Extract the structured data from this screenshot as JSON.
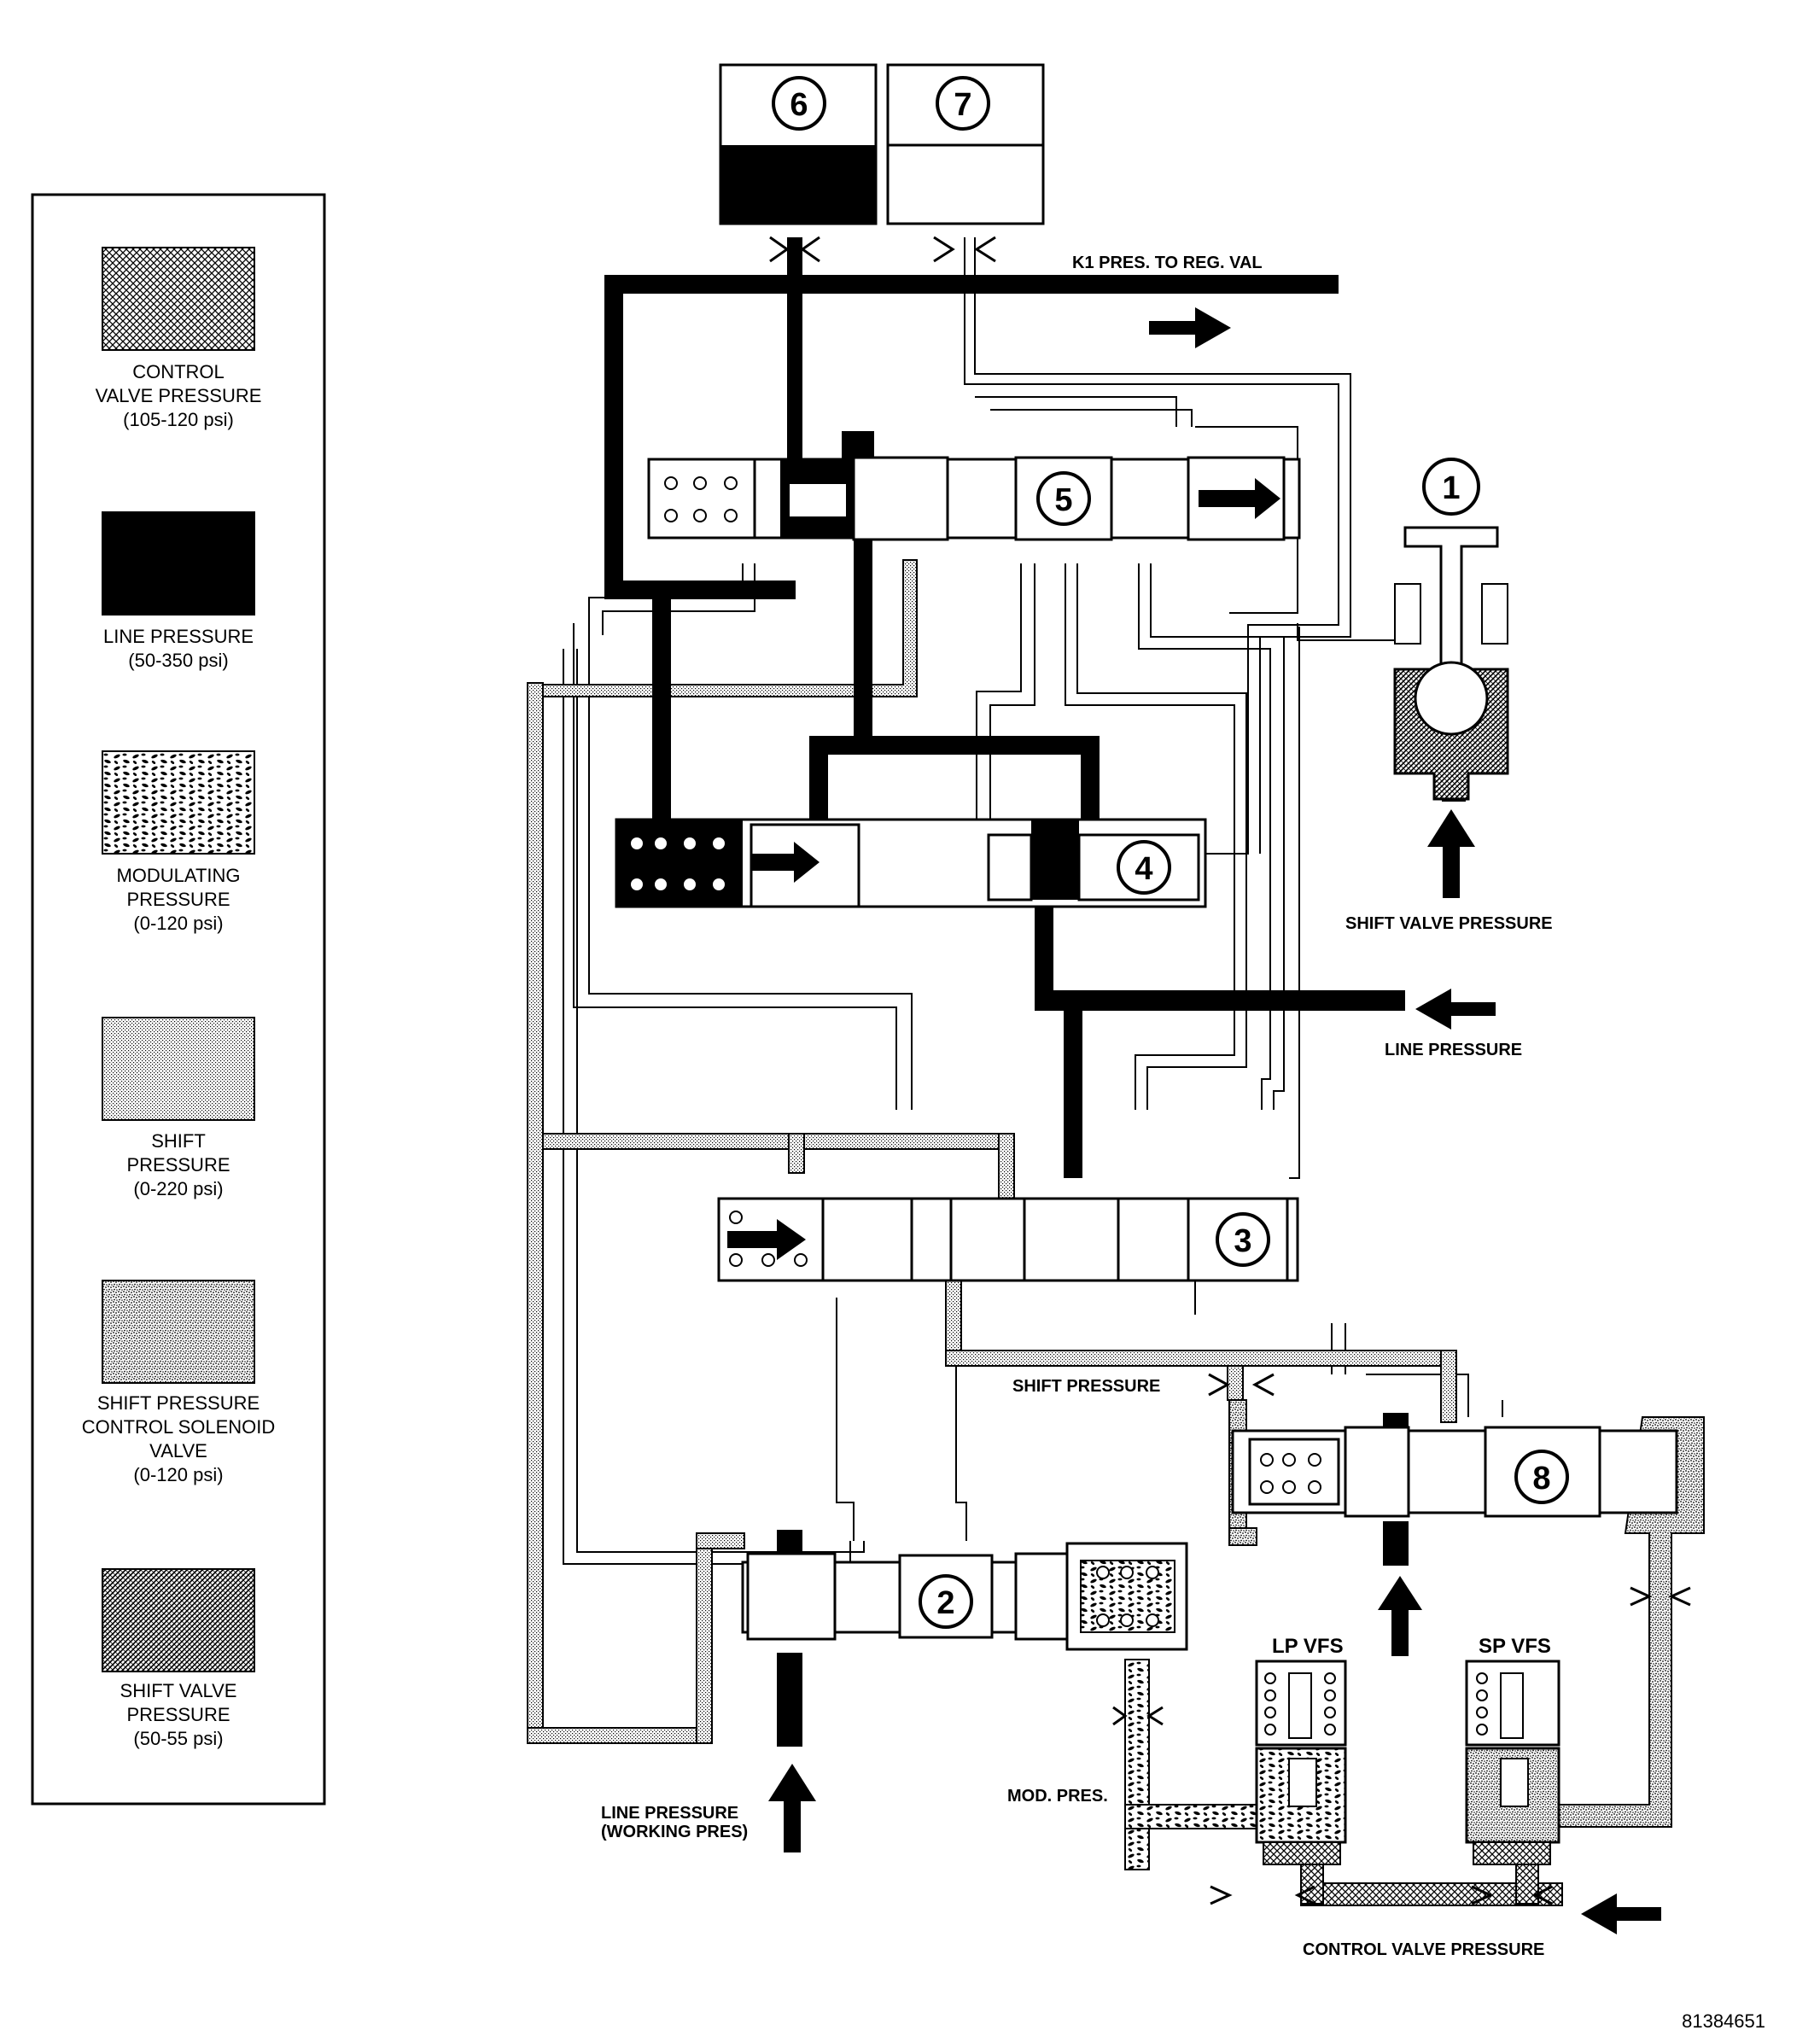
{
  "legend": {
    "items": [
      {
        "key": "control",
        "pattern": "crosshatch",
        "lines": [
          "CONTROL",
          "VALVE PRESSURE",
          "(105-120 psi)"
        ]
      },
      {
        "key": "line",
        "pattern": "solid-black",
        "lines": [
          "LINE PRESSURE",
          "(50-350 psi)"
        ]
      },
      {
        "key": "modulating",
        "pattern": "dashes",
        "lines": [
          "MODULATING",
          "PRESSURE",
          "(0-120 psi)"
        ]
      },
      {
        "key": "shift",
        "pattern": "fine-dots",
        "lines": [
          "SHIFT",
          "PRESSURE",
          "(0-220 psi)"
        ]
      },
      {
        "key": "solenoid",
        "pattern": "stipple",
        "lines": [
          "SHIFT PRESSURE",
          "CONTROL SOLENOID",
          "VALVE",
          "(0-120 psi)"
        ]
      },
      {
        "key": "shiftvalve",
        "pattern": "diagonal-hatch",
        "lines": [
          "SHIFT VALVE",
          "PRESSURE",
          "(50-55 psi)"
        ]
      }
    ]
  },
  "components": {
    "valve_numbers": [
      "1",
      "2",
      "3",
      "4",
      "5",
      "6",
      "7",
      "8"
    ]
  },
  "labels": {
    "k1": "K1 PRES. TO REG. VAL",
    "shift_valve_pressure": "SHIFT VALVE PRESSURE",
    "line_pressure": "LINE PRESSURE",
    "shift_pressure": "SHIFT PRESSURE",
    "line_pressure_working_1": "LINE PRESSURE",
    "line_pressure_working_2": "(WORKING PRES)",
    "mod_pres": "MOD. PRES.",
    "lp_vfs": "LP VFS",
    "sp_vfs": "SP VFS",
    "control_valve_pressure": "CONTROL VALVE PRESSURE",
    "figure_id": "81384651"
  },
  "colors": {
    "ink": "#000000",
    "paper": "#ffffff"
  }
}
